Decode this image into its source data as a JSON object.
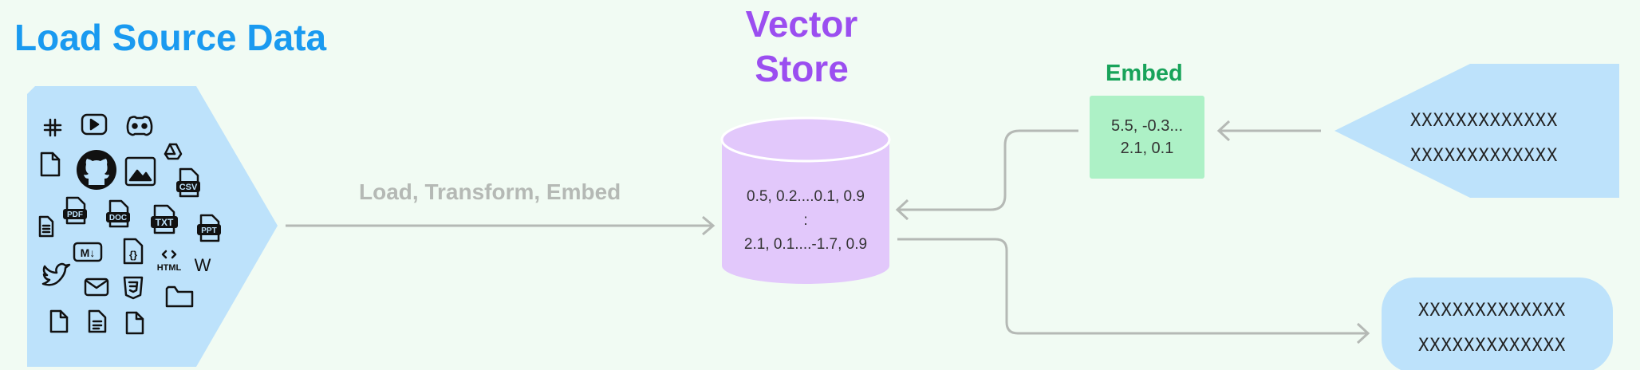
{
  "titles": {
    "load_source": "Load Source Data",
    "vector_store": "Vector Store"
  },
  "edge_label": "Load, Transform, Embed",
  "embed": {
    "label": "Embed",
    "vector_line1": "5.5, -0.3...",
    "vector_line2": "2.1, 0.1"
  },
  "vector_store": {
    "row1": "0.5, 0.2....0.1, 0.9",
    "row2": ":",
    "row3": "2.1, 0.1....-1.7, 0.9"
  },
  "query_doc": {
    "line1": "XXXXXXXXXXXXX",
    "line2": "XXXXXXXXXXXXX"
  },
  "output_doc": {
    "line1": "XXXXXXXXXXXXX",
    "line2": "XXXXXXXXXXXXX"
  },
  "source_icons": {
    "text_labels": {
      "pdf": "PDF",
      "doc": "DOC",
      "txt": "TXT",
      "ppt": "PPT",
      "csv": "CSV",
      "html": "HTML",
      "wiki": "W",
      "markdown": "M↓",
      "json": "{}"
    },
    "names": [
      "slack-icon",
      "youtube-icon",
      "discord-icon",
      "google-drive-icon",
      "file-icon",
      "github-icon",
      "image-icon",
      "csv-icon",
      "text-file-icon",
      "pdf-icon",
      "doc-icon",
      "txt-icon",
      "ppt-icon",
      "markdown-icon",
      "json-icon",
      "html-icon",
      "wikipedia-icon",
      "twitter-icon",
      "mail-icon",
      "css-icon",
      "folder-icon"
    ]
  },
  "colors": {
    "background": "#f1fbf3",
    "source_panel": "#bde2fb",
    "vector_store": "#e2c8fb",
    "embed_box": "#adf1c6",
    "connector": "#b5b9b5",
    "title_blue": "#1a9af0",
    "title_purple": "#9b4ef0",
    "title_green": "#18a35a"
  }
}
